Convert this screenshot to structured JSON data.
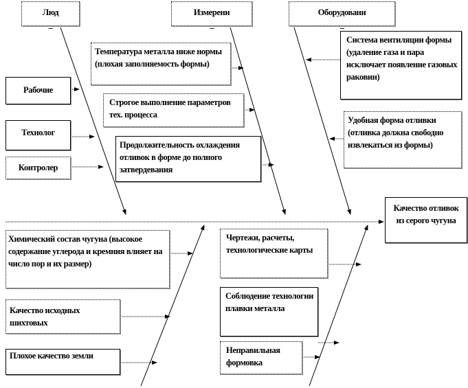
{
  "categories": {
    "people": "Люд",
    "measurement": "Измерени",
    "equipment": "Оборудовани",
    "dash": "_"
  },
  "effect": "Качество отливок из серого чугуна",
  "causes": {
    "workers": "Рабочие",
    "technologist": "Технолог",
    "controller": "Контролер",
    "temperature": "Температура металла ниже нормы (плохая заполняемость формы)",
    "strict": "Строгое выполнение параметров тех. процесса",
    "duration": "Продолжительность охлаждения отливок в форме до полного затвердевания",
    "ventilation": "Система вентиляции формы (удаление газа и пара исключает появление газовых раковин)",
    "shape": "Удобная форма отливки (отливка должна свободно извлекаться из формы)",
    "chemistry": "Химический состав чугуна (высокое содержание углерода и кремния влияет на число пор и их размер)",
    "charge": "Качество исходных шихтовых",
    "soil": "Плохое качество земли",
    "drawings": "Чертежи, расчеты, технологические карты",
    "smelting": "Соблюдение технологии плавки металла",
    "molding": "Неправильная формовка"
  }
}
